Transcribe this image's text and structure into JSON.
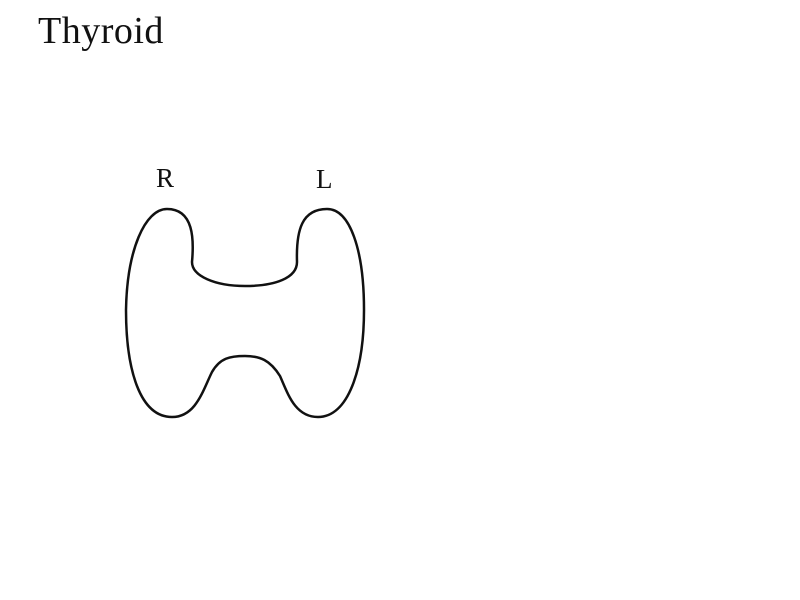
{
  "diagram": {
    "title": "Thyroid",
    "labels": {
      "right": "R",
      "left": "L"
    }
  },
  "colors": {
    "background": "#ffffff",
    "outline": "#111111",
    "text": "#111111"
  }
}
